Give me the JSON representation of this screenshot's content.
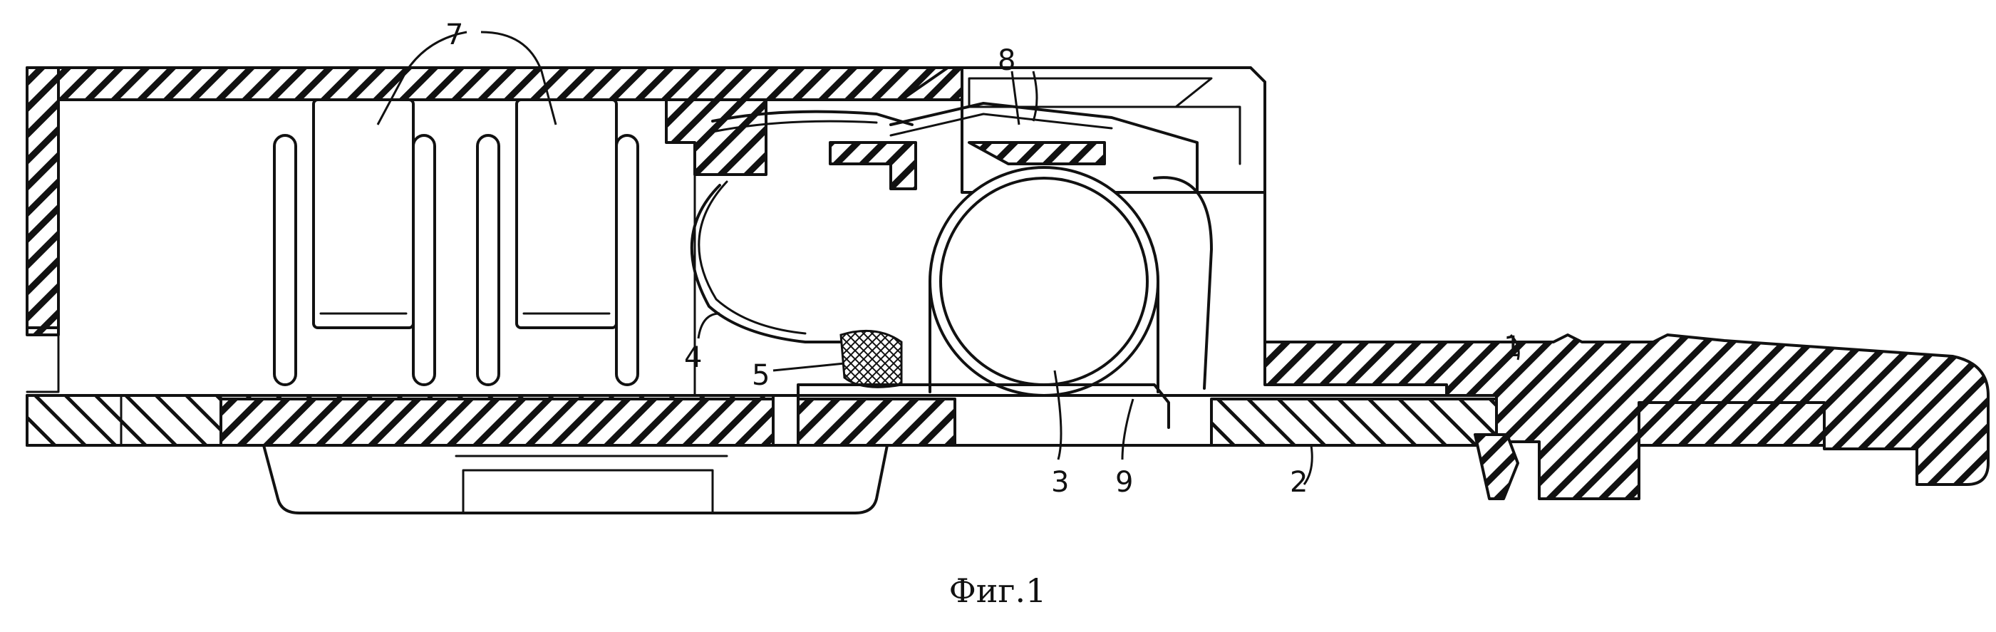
{
  "figure": {
    "caption": "Фиг.1",
    "reference_numerals": {
      "n1": "1",
      "n2": "2",
      "n3": "3",
      "n4": "4",
      "n5": "5",
      "n7": "7",
      "n8": "8",
      "n9": "9"
    },
    "colors": {
      "ink": "#111111",
      "paper": "#ffffff"
    }
  }
}
